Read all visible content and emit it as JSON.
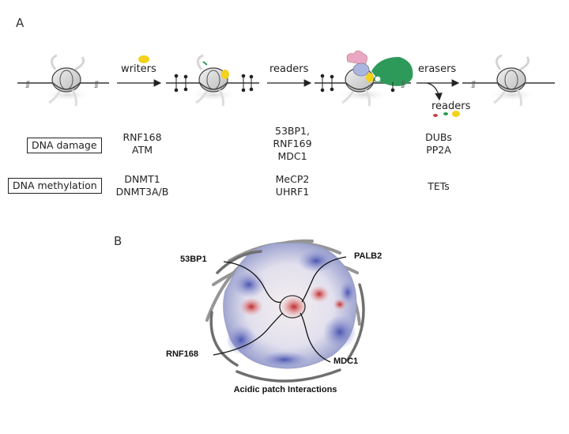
{
  "panel_a": {
    "label": "A",
    "steps": {
      "writers": "writers",
      "readers": "readers",
      "erasers": "erasers",
      "readers_after": "readers"
    },
    "categories": [
      {
        "name": "DNA damage",
        "writers": [
          "RNF168",
          "ATM"
        ],
        "readers": [
          "53BP1,",
          "RNF169",
          "MDC1"
        ],
        "erasers": [
          "DUBs",
          "PP2A"
        ]
      },
      {
        "name": "DNA methylation",
        "writers": [
          "DNMT1",
          "DNMT3A/B"
        ],
        "readers": [
          "MeCP2",
          "UHRF1"
        ],
        "erasers": [
          "TETs"
        ]
      }
    ]
  },
  "panel_b": {
    "label": "B",
    "labels": {
      "top_left": "53BP1",
      "top_right": "PALB2",
      "bottom_left": "RNF168",
      "bottom_right": "MDC1"
    },
    "caption": "Acidic patch Interactions"
  },
  "colors": {
    "acidic": "#c0282a",
    "basic": "#4a55b0",
    "dna": "#7a7a7a",
    "writer_mark": "#f2d21b",
    "reader_green": "#2e9a5a"
  }
}
